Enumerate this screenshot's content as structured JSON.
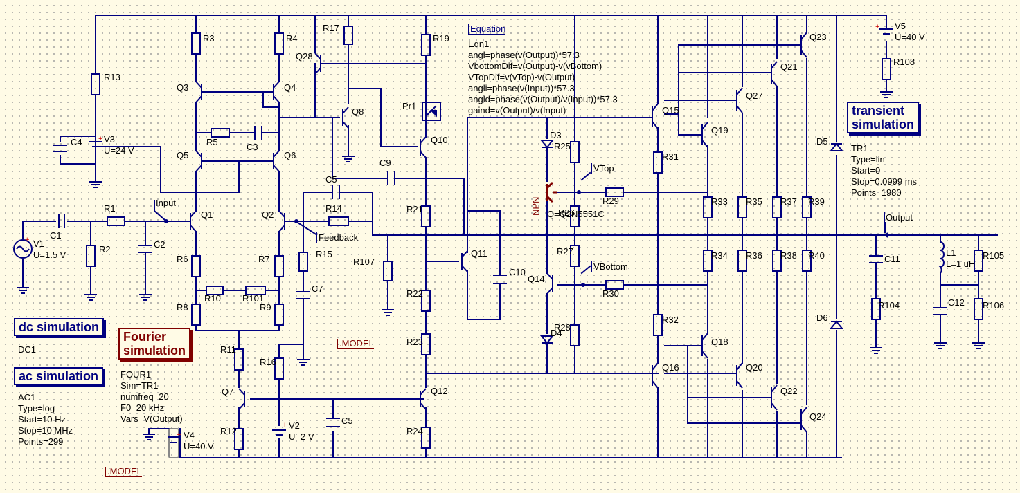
{
  "colors": {
    "wire": "#000080",
    "background": "#fffbe6",
    "selected": "#800000",
    "label": "#000000"
  },
  "simulations": {
    "dc": {
      "title": "dc simulation",
      "name": "DC1"
    },
    "ac": {
      "title": "ac simulation",
      "lines": [
        "AC1",
        "Type=log",
        "Start=10 Hz",
        "Stop=10 MHz",
        "Points=299"
      ]
    },
    "fourier": {
      "title_line1": "Fourier",
      "title_line2": "simulation",
      "lines": [
        "FOUR1",
        "Sim=TR1",
        "numfreq=20",
        "F0=20 kHz",
        "Vars=V(Output)"
      ]
    },
    "transient": {
      "title_line1": "transient",
      "title_line2": "simulation",
      "lines": [
        "TR1",
        "Type=lin",
        "Start=0",
        "Stop=0.0999 ms",
        "Points=1980"
      ]
    }
  },
  "equation": {
    "title": "Equation",
    "lines": [
      "Eqn1",
      "angl=phase(v(Output))*57.3",
      "VbottomDif=v(Output)-v(vBottom)",
      "VTopDif=v(vTop)-v(Output)",
      "angli=phase(v(Input))*57.3",
      "angld=phase(v(Output)/v(Input))*57.3",
      "gaind=v(Output)/v(Input)"
    ]
  },
  "models": [
    ".MODEL",
    ".MODEL"
  ],
  "sources": {
    "v1": [
      "V1",
      "U=1.5 V"
    ],
    "v2": [
      "V2",
      "U=2 V"
    ],
    "v3": [
      "V3",
      "U=24 V"
    ],
    "v4": [
      "V4",
      "U=40 V"
    ],
    "v5": [
      "V5",
      "U=40 V"
    ]
  },
  "inductor": [
    "L1",
    "L=1 uH"
  ],
  "npn_part": {
    "type": "NPN",
    "value": "Q=Q2N5551C"
  },
  "probe": "Pr1",
  "wire_labels": {
    "input": "Input",
    "output": "Output",
    "feedback": "Feedback",
    "vtop": "VTop",
    "vbottom": "VBottom"
  },
  "labels": {
    "R1": "R1",
    "R2": "R2",
    "R3": "R3",
    "R4": "R4",
    "R5": "R5",
    "R6": "R6",
    "R7": "R7",
    "R8": "R8",
    "R9": "R9",
    "R10": "R10",
    "R101": "R101",
    "R11": "R11",
    "R12": "R12",
    "R13": "R13",
    "R14": "R14",
    "R15": "R15",
    "R16": "R16",
    "R17": "R17",
    "R19": "R19",
    "R21": "R21",
    "R22": "R22",
    "R23": "R23",
    "R24": "R24",
    "R25": "R25",
    "R26": "R26",
    "R27": "R27",
    "R28": "R28",
    "R29": "R29",
    "R30": "R30",
    "R31": "R31",
    "R32": "R32",
    "R33": "R33",
    "R34": "R34",
    "R35": "R35",
    "R36": "R36",
    "R37": "R37",
    "R38": "R38",
    "R39": "R39",
    "R40": "R40",
    "R104": "R104",
    "R105": "R105",
    "R106": "R106",
    "R107": "R107",
    "R108": "R108",
    "C1": "C1",
    "C2": "C2",
    "C3": "C3",
    "C4": "C4",
    "C5": "C5",
    "C5b": "C5",
    "C7": "C7",
    "C9": "C9",
    "C10": "C10",
    "C11": "C11",
    "C12": "C12",
    "Q1": "Q1",
    "Q2": "Q2",
    "Q3": "Q3",
    "Q4": "Q4",
    "Q5": "Q5",
    "Q6": "Q6",
    "Q7": "Q7",
    "Q8": "Q8",
    "Q10": "Q10",
    "Q11": "Q11",
    "Q12": "Q12",
    "Q14": "Q14",
    "Q15": "Q15",
    "Q16": "Q16",
    "Q18": "Q18",
    "Q19": "Q19",
    "Q20": "Q20",
    "Q21": "Q21",
    "Q22": "Q22",
    "Q23": "Q23",
    "Q24": "Q24",
    "Q27": "Q27",
    "Q28": "Q28",
    "D3": "D3",
    "D4": "D4",
    "D5": "D5",
    "D6": "D6"
  }
}
